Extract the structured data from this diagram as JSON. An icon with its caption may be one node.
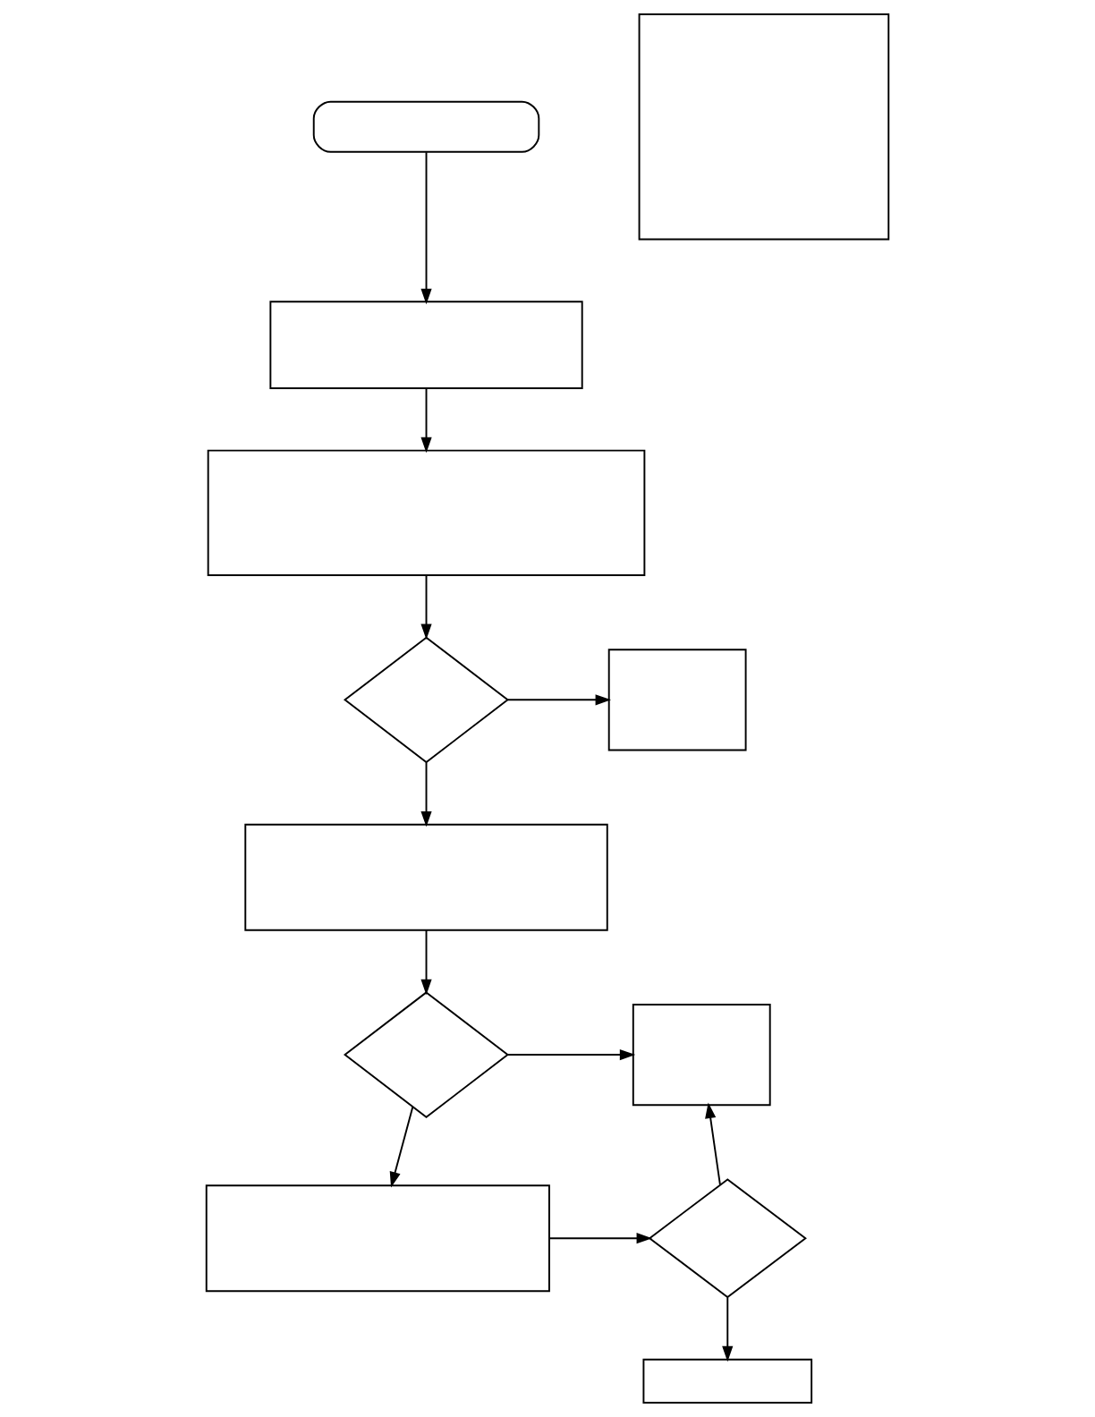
{
  "diagram": {
    "nodes": [
      {
        "text": [],
        "shape": "box"
      },
      {
        "text": [],
        "shape": "box"
      },
      {
        "text": [],
        "shape": "box"
      },
      {
        "text": [],
        "shape": "box"
      },
      {
        "text": [],
        "shape": "diamond"
      },
      {
        "text": [],
        "shape": "box"
      },
      {
        "text": [],
        "shape": "box"
      },
      {
        "text": [],
        "shape": "diamond"
      },
      {
        "text": [],
        "shape": "box"
      },
      {
        "text": [],
        "shape": "box"
      },
      {
        "text": [],
        "shape": "box"
      },
      {
        "text": [],
        "shape": "diamond"
      }
    ],
    "edges": [
      {
        "from": 0,
        "to": 2,
        "arrow": "to"
      },
      {
        "from": 2,
        "to": 3,
        "arrow": "to"
      },
      {
        "from": 3,
        "to": 4,
        "arrow": "to"
      },
      {
        "from": 4,
        "to": 5,
        "arrow": "to"
      },
      {
        "from": 4,
        "to": 6,
        "arrow": "to"
      },
      {
        "from": 6,
        "to": 7,
        "arrow": "to"
      },
      {
        "from": 7,
        "to": 8,
        "arrow": "to"
      },
      {
        "from": 7,
        "to": 10,
        "arrow": "to"
      },
      {
        "from": 10,
        "to": 11,
        "arrow": "to"
      },
      {
        "from": 11,
        "to": 9,
        "arrow": "to"
      },
      {
        "from": 11,
        "to": 8,
        "arrow": "to"
      }
    ]
  }
}
